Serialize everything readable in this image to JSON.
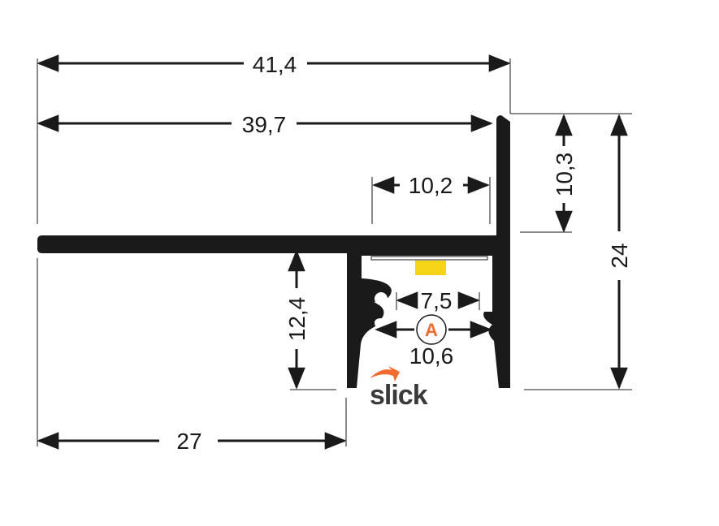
{
  "dimensions": {
    "overall_width": "41,4",
    "upper_width": "39,7",
    "channel_top_width": "10,2",
    "upper_height": "10,3",
    "overall_height": "24",
    "lower_height": "12,4",
    "slot_inner_width": "7,5",
    "slot_outer_width": "10,6",
    "flange_width": "27"
  },
  "marker": {
    "label": "A"
  },
  "brand": {
    "name": "slick",
    "accent_color": "#f26a2e"
  },
  "colors": {
    "profile": "#1a1a1a",
    "led": "#f5d316",
    "line": "#1a1a1a"
  }
}
